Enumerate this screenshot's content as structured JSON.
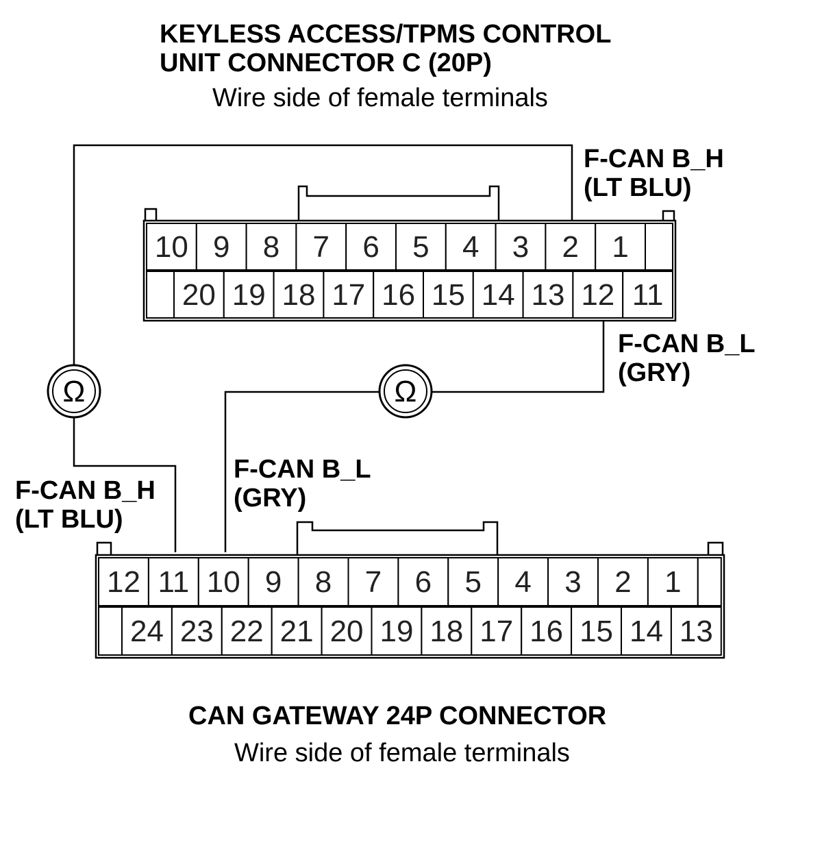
{
  "top_connector": {
    "title_line1": "KEYLESS ACCESS/TPMS CONTROL",
    "title_line2": "UNIT CONNECTOR C (20P)",
    "subtitle": "Wire side of female terminals",
    "row1": [
      "10",
      "9",
      "8",
      "7",
      "6",
      "5",
      "4",
      "3",
      "2",
      "1"
    ],
    "row2": [
      "20",
      "19",
      "18",
      "17",
      "16",
      "15",
      "14",
      "13",
      "12",
      "11"
    ]
  },
  "bottom_connector": {
    "title": "CAN GATEWAY 24P CONNECTOR",
    "subtitle": "Wire side of female terminals",
    "row1": [
      "12",
      "11",
      "10",
      "9",
      "8",
      "7",
      "6",
      "5",
      "4",
      "3",
      "2",
      "1"
    ],
    "row2": [
      "24",
      "23",
      "22",
      "21",
      "20",
      "19",
      "18",
      "17",
      "16",
      "15",
      "14",
      "13"
    ]
  },
  "wires": {
    "top_h_label1": "F-CAN B_H",
    "top_h_label2": "(LT BLU)",
    "top_l_label1": "F-CAN B_L",
    "top_l_label2": "(GRY)",
    "bot_h_label1": "F-CAN B_H",
    "bot_h_label2": "(LT BLU)",
    "bot_l_label1": "F-CAN B_L",
    "bot_l_label2": "(GRY)"
  },
  "meters": {
    "left_symbol": "Ω",
    "right_symbol": "Ω"
  }
}
